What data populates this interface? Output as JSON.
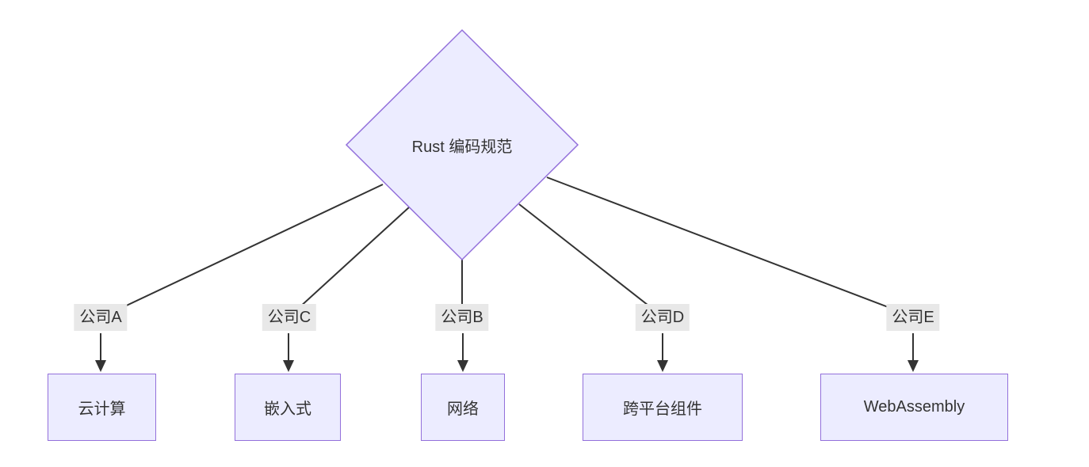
{
  "diagram": {
    "type": "flowchart",
    "root_node": {
      "label": "Rust 编码规范",
      "shape": "diamond"
    },
    "edges": [
      {
        "label": "公司A",
        "target": "云计算"
      },
      {
        "label": "公司C",
        "target": "嵌入式"
      },
      {
        "label": "公司B",
        "target": "网络"
      },
      {
        "label": "公司D",
        "target": "跨平台组件"
      },
      {
        "label": "公司E",
        "target": "WebAssembly"
      }
    ],
    "colors": {
      "node_fill": "#ECECFF",
      "node_border": "#9370DB",
      "edge_label_bg": "#e8e8e8",
      "line": "#333333",
      "text": "#333333",
      "background": "#ffffff"
    }
  }
}
